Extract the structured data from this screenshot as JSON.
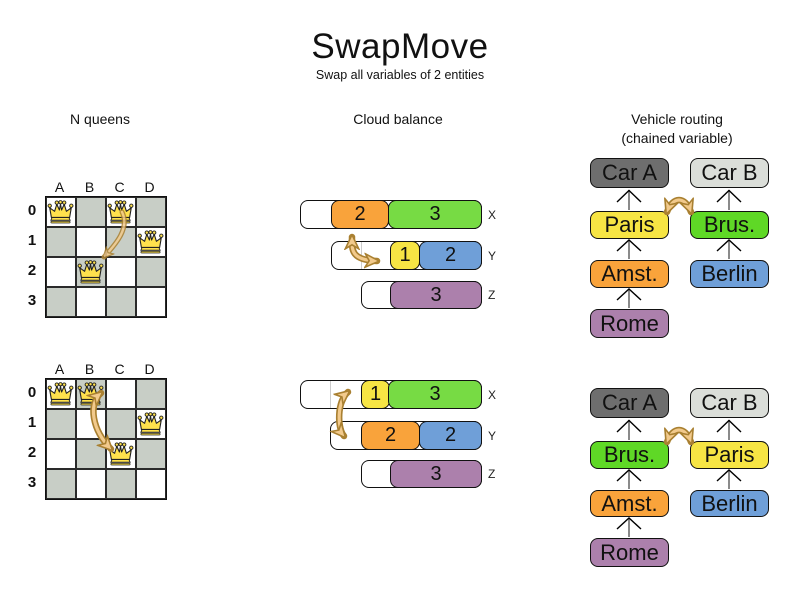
{
  "title": "SwapMove",
  "subtitle": "Swap all variables of 2 entities",
  "nqueens": {
    "header": "N queens",
    "col_labels": [
      "A",
      "B",
      "C",
      "D"
    ],
    "row_labels": [
      "0",
      "1",
      "2",
      "3"
    ],
    "before": {
      "queen_cells": [
        "A0",
        "C0",
        "D1",
        "B2"
      ],
      "swap": [
        "C0",
        "B2"
      ]
    },
    "after": {
      "queen_cells": [
        "A0",
        "B0",
        "D1",
        "C2"
      ],
      "swap": [
        "B0",
        "C2"
      ]
    }
  },
  "cloud": {
    "header": "Cloud balance",
    "before": {
      "rows": [
        {
          "label": "X",
          "blocks": [
            {
              "value": "2",
              "color": "orange"
            },
            {
              "value": "3",
              "color": "green"
            }
          ]
        },
        {
          "label": "Y",
          "blocks": [
            {
              "value": "1",
              "color": "yellow"
            },
            {
              "value": "2",
              "color": "blue"
            }
          ]
        },
        {
          "label": "Z",
          "blocks": [
            {
              "value": "3",
              "color": "purple"
            }
          ]
        }
      ]
    },
    "after": {
      "rows": [
        {
          "label": "X",
          "blocks": [
            {
              "value": "1",
              "color": "yellow"
            },
            {
              "value": "3",
              "color": "green"
            }
          ]
        },
        {
          "label": "Y",
          "blocks": [
            {
              "value": "2",
              "color": "orange"
            },
            {
              "value": "2",
              "color": "blue"
            }
          ]
        },
        {
          "label": "Z",
          "blocks": [
            {
              "value": "3",
              "color": "purple"
            }
          ]
        }
      ]
    }
  },
  "vrp": {
    "header_line1": "Vehicle routing",
    "header_line2": "(chained variable)",
    "before": {
      "chain_a": [
        {
          "label": "Car A",
          "color": "car_dark"
        },
        {
          "label": "Paris",
          "color": "yellow"
        },
        {
          "label": "Amst.",
          "color": "orange"
        },
        {
          "label": "Rome",
          "color": "purple"
        }
      ],
      "chain_b": [
        {
          "label": "Car B",
          "color": "car_light"
        },
        {
          "label": "Brus.",
          "color": "green"
        },
        {
          "label": "Berlin",
          "color": "blue"
        }
      ]
    },
    "after": {
      "chain_a": [
        {
          "label": "Car A",
          "color": "car_dark"
        },
        {
          "label": "Brus.",
          "color": "green"
        },
        {
          "label": "Amst.",
          "color": "orange"
        },
        {
          "label": "Rome",
          "color": "purple"
        }
      ],
      "chain_b": [
        {
          "label": "Car B",
          "color": "car_light"
        },
        {
          "label": "Paris",
          "color": "yellow"
        },
        {
          "label": "Berlin",
          "color": "blue"
        }
      ]
    }
  },
  "colors": {
    "orange": "#F9A33B",
    "green_cloud": "#77DB44",
    "green_vrp": "#5FD826",
    "yellow": "#F7E544",
    "blue": "#6F9FD8",
    "purple": "#AC80AC",
    "car_a_gray": "#6E6E6E",
    "car_b_gray": "#DBDED9",
    "board_gray": "#C8CEC6",
    "queen_gold": "#FFE14D",
    "swap_arrow_fill": "#F2CA8C",
    "swap_arrow_stroke": "#A98031",
    "chain_stem_gray": "#8A8A8A"
  }
}
